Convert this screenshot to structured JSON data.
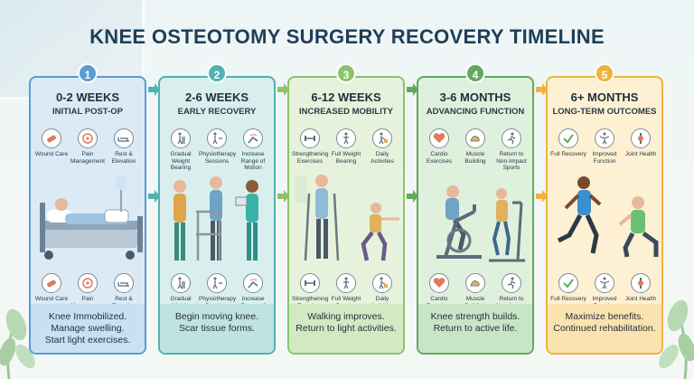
{
  "title": "KNEE OSTEOTOMY SURGERY RECOVERY TIMELINE",
  "phases": [
    {
      "number": "1",
      "range": "0-2 WEEKS",
      "subtitle": "INITIAL POST-OP",
      "color": "#5b9bd5",
      "bg": "#dceaf6",
      "desc_bg": "#c9dff2",
      "icons": [
        {
          "name": "wound-care-icon",
          "label": "Wound Care"
        },
        {
          "name": "pain-management-icon",
          "label": "Pain Management"
        },
        {
          "name": "rest-elevation-icon",
          "label": "Rest & Elevation"
        }
      ],
      "desc": [
        "Knee Immobilized.",
        "Manage swelling.",
        "Start light exercises."
      ]
    },
    {
      "number": "2",
      "range": "2-6 WEEKS",
      "subtitle": "EARLY RECOVERY",
      "color": "#4fb3b0",
      "bg": "#d9efee",
      "desc_bg": "#bfe3e1",
      "icons": [
        {
          "name": "walker-icon",
          "label": "Gradual Weight Bearing"
        },
        {
          "name": "physiotherapy-icon",
          "label": "Physiotherapy Sessions"
        },
        {
          "name": "range-of-motion-icon",
          "label": "Increase Range of Motion"
        }
      ],
      "desc": [
        "Begin moving knee.",
        "Scar tissue forms."
      ]
    },
    {
      "number": "3",
      "range": "6-12 WEEKS",
      "subtitle": "INCREASED MOBILITY",
      "color": "#8cc36a",
      "bg": "#e6f2dc",
      "desc_bg": "#d3e9c3",
      "icons": [
        {
          "name": "strengthening-icon",
          "label": "Strengthening Exercises"
        },
        {
          "name": "full-weight-icon",
          "label": "Full Weight Bearing"
        },
        {
          "name": "daily-activities-icon",
          "label": "Daily Activities"
        }
      ],
      "desc": [
        "Walking improves.",
        "Return to light activities."
      ]
    },
    {
      "number": "4",
      "range": "3-6 MONTHS",
      "subtitle": "ADVANCING FUNCTION",
      "color": "#5faa5b",
      "bg": "#dff0dd",
      "desc_bg": "#c8e5c5",
      "icons": [
        {
          "name": "cardio-icon",
          "label": "Cardio Exercises"
        },
        {
          "name": "muscle-building-icon",
          "label": "Muscle Building"
        },
        {
          "name": "non-impact-sports-icon",
          "label": "Return to Non-Impact Sports"
        }
      ],
      "desc": [
        "Knee strength builds.",
        "Return to active life."
      ]
    },
    {
      "number": "5",
      "range": "6+ MONTHS",
      "subtitle": "LONG-TERM OUTCOMES",
      "color": "#f2b13c",
      "bg": "#fdf0d3",
      "desc_bg": "#fbe3b0",
      "icons": [
        {
          "name": "full-recovery-icon",
          "label": "Full Recovery"
        },
        {
          "name": "improved-function-icon",
          "label": "Improved Function"
        },
        {
          "name": "joint-health-icon",
          "label": "Joint Health"
        }
      ],
      "desc": [
        "Maximize benefits.",
        "Continued rehabilitation."
      ]
    }
  ]
}
